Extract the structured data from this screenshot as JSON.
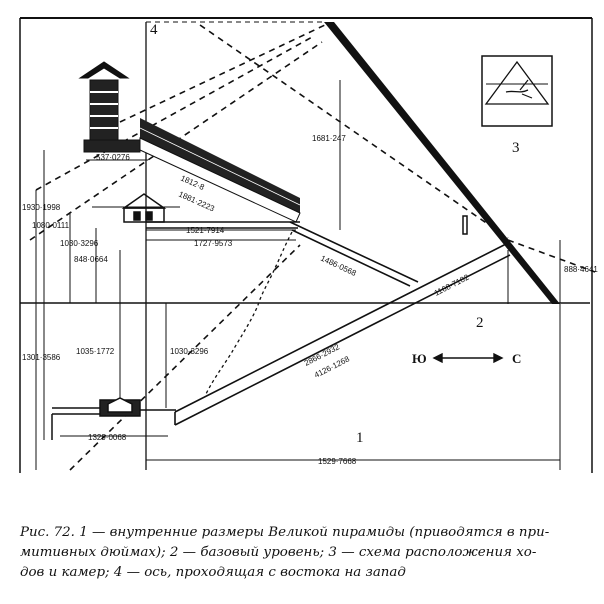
{
  "labels": {
    "axis_num": "4",
    "base_num": "2",
    "scheme_num": "3",
    "ground_num": "1",
    "south": "Ю",
    "north": "С"
  },
  "dimensions": {
    "d_537": "537·0276",
    "d_1681": "1681·247",
    "d_1812": "1812·8",
    "d_1881": "1881·2223",
    "d_1930": "1930·1998",
    "d_1080": "1080·0111",
    "d_1030a": "1030·3296",
    "d_1521": "1521·7914",
    "d_1727": "1727·9573",
    "d_848": "848·0664",
    "d_1486": "1486·0568",
    "d_888": "888·4641",
    "d_1168": "1168·7102",
    "d_1301": "1301·3586",
    "d_1035": "1035·1772",
    "d_1030b": "1030·3296",
    "d_2866": "2866·2932",
    "d_4126": "4126·1268",
    "d_1329": "1329·0068",
    "d_1529": "1529·7668"
  },
  "caption": {
    "line1": "Рис. 72. 1 — внутренние размеры Великой пирамиды (приводятся в при-",
    "line2": "митивных дюймах); 2 — базовый уровень; 3 — схема расположения хо-",
    "line3": "дов и камер; 4 — ось, проходящая с востока на запад"
  }
}
